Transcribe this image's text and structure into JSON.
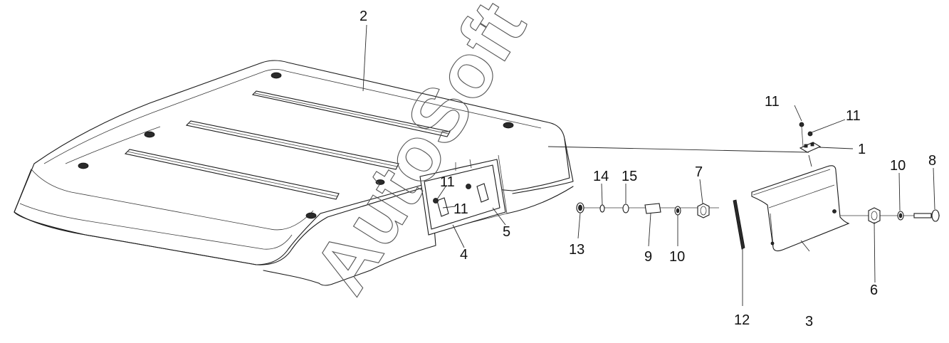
{
  "diagram": {
    "watermark": "AutoSoft",
    "callouts": {
      "c1": "1",
      "c2": "2",
      "c3": "3",
      "c4": "4",
      "c5": "5",
      "c6": "6",
      "c7": "7",
      "c8": "8",
      "c9": "9",
      "c10a": "10",
      "c10b": "10",
      "c11a": "11",
      "c11b": "11",
      "c11c": "11",
      "c11d": "11",
      "c12": "12",
      "c13": "13",
      "c14": "14",
      "c15": "15"
    }
  }
}
